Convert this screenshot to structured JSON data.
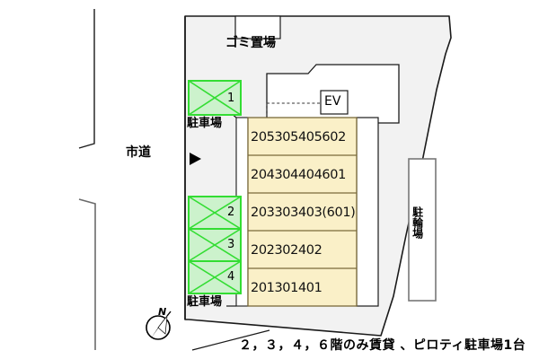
{
  "diagram": {
    "title_caption": "２，３，４，６階のみ賃貸 、ピロティ駐車場1台",
    "road_label": "市道",
    "garbage_label": "ゴミ置場",
    "elevator_label": "EV",
    "bicycle_parking_label": "駐輪場",
    "compass_label": "N",
    "parking_label_top": "駐車場",
    "parking_label_bottom": "駐車場"
  },
  "parking_stalls": [
    {
      "number": "1",
      "group": "top"
    },
    {
      "number": "2",
      "group": "bottom"
    },
    {
      "number": "3",
      "group": "bottom"
    },
    {
      "number": "4",
      "group": "bottom"
    }
  ],
  "unit_rows": [
    {
      "label": "205305405602"
    },
    {
      "label": "204304404601"
    },
    {
      "label": "203303403(601)"
    },
    {
      "label": "202302402"
    },
    {
      "label": "201301401"
    }
  ],
  "colors": {
    "unit_fill": "#faf0c8",
    "unit_stroke": "#7a6a3a",
    "parking_fill": "#ccf2cc",
    "parking_stroke": "#33dd33",
    "site_fill": "#f2f2f2",
    "outline": "#1a1a1a",
    "building_fill": "#ffffff"
  }
}
